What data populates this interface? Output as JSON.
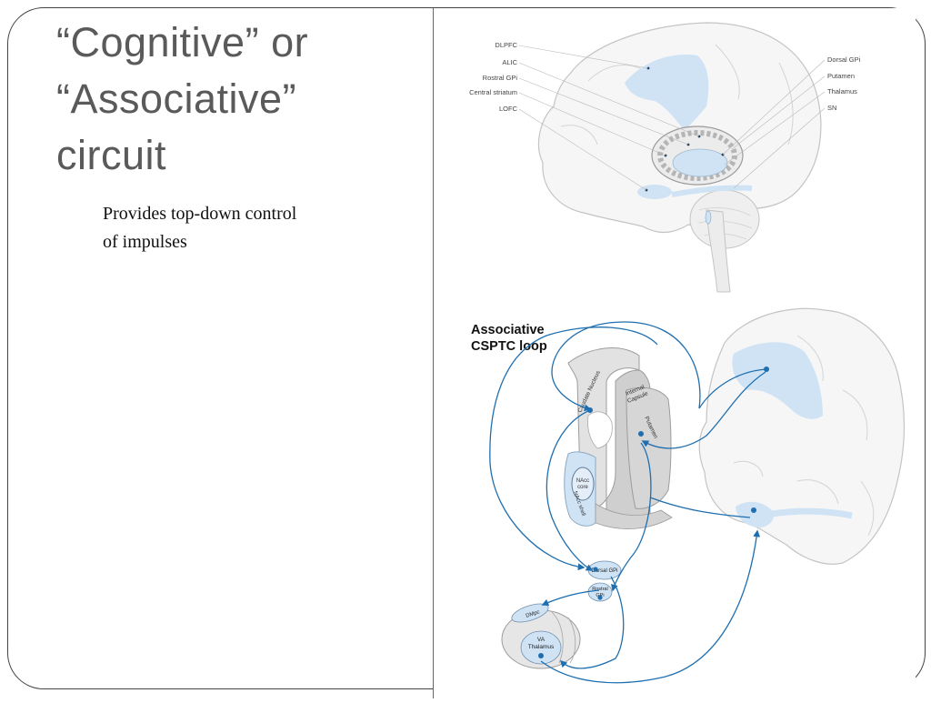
{
  "slide": {
    "title_lines": [
      "“Cognitive” or",
      "“Associative”",
      "circuit"
    ],
    "body": "Provides top-down control of impulses"
  },
  "top_diagram": {
    "left_labels": [
      "DLPFC",
      "ALIC",
      "Rostral GPi",
      "Central striatum",
      "LOFC"
    ],
    "right_labels": [
      "Dorsal GPi",
      "Putamen",
      "Thalamus",
      "SN"
    ]
  },
  "bottom_diagram": {
    "title_lines": [
      "Associative",
      "CSPTC loop"
    ],
    "labels": {
      "caudate": "Caudate Nucleus",
      "internal_capsule_1": "Internal",
      "internal_capsule_2": "Capsule",
      "putamen": "Putamen",
      "nacc_core_1": "NAcc",
      "nacc_core_2": "core",
      "nacc_shell": "NAcc shell",
      "dorsal_gpi": "Dorsal GPi",
      "rostral_gpi_1": "Rostral",
      "rostral_gpi_2": "GPi",
      "dmpc": "DMpc",
      "va_thalamus_1": "VA",
      "va_thalamus_2": "Thalamus"
    }
  },
  "colors": {
    "title": "#5a5a5a",
    "highlight": "#cfe3f5",
    "pathway": "#1f6fb0",
    "outline": "#bdbdbd"
  }
}
